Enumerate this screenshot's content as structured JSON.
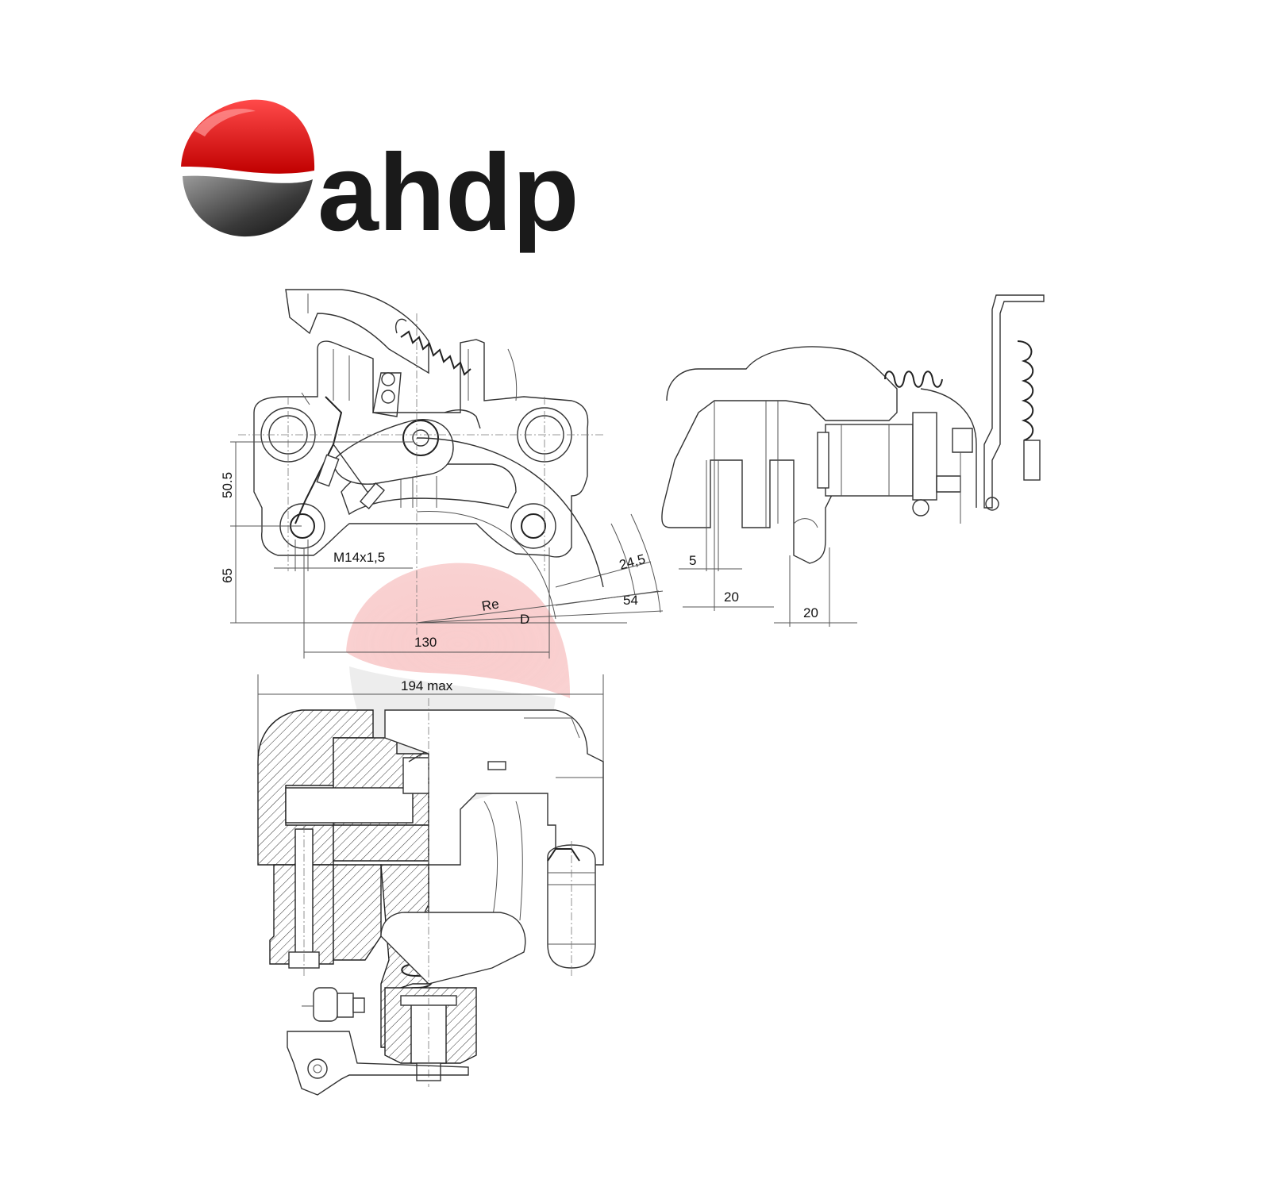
{
  "logo": {
    "text": "ahdp",
    "colors": {
      "red": "#e00000",
      "dark": "#2a2a2a",
      "grey": "#8a8a8a",
      "text": "#1a1a1a"
    }
  },
  "dimensions": {
    "d_50_5": "50.5",
    "d_65": "65",
    "thread": "M14x1,5",
    "d_130": "130",
    "d_194": "194  max",
    "d_24_5": "24,5",
    "d_54": "54",
    "re": "Re",
    "d": "D",
    "d_5": "5",
    "d_20a": "20",
    "d_20b": "20"
  },
  "watermark": {
    "color": "#e85050"
  }
}
